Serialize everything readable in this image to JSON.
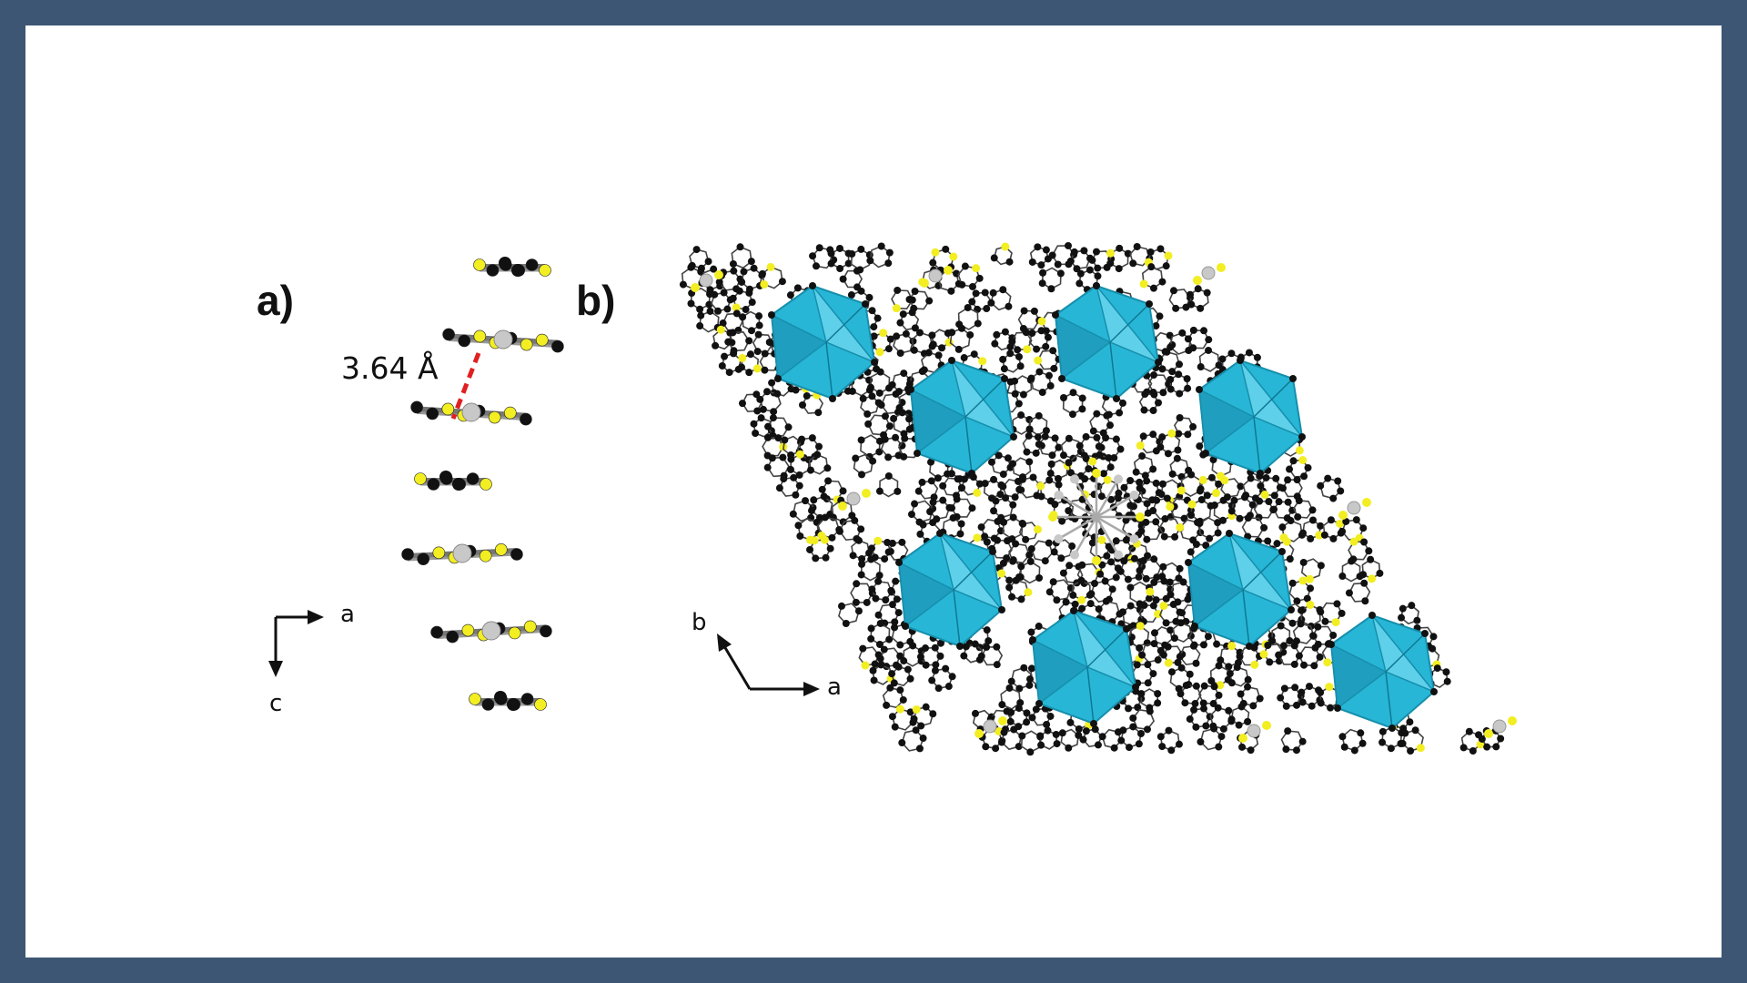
{
  "figure": {
    "panel_a": {
      "label": "a)",
      "distance_label": "3.64 Å",
      "axes": {
        "horizontal": "a",
        "vertical": "c"
      }
    },
    "panel_b": {
      "label": "b)",
      "axes": {
        "diagonal": "b",
        "horizontal": "a"
      }
    }
  },
  "colors": {
    "background_border": "#3d5673",
    "carbon": "#111111",
    "sulfur": "#f2ee22",
    "metal": "#c8c8c8",
    "polyhedron": "#28b6d6",
    "polyhedron_dark": "#168fac",
    "distance_line": "#e02020",
    "bond": "#444444"
  }
}
